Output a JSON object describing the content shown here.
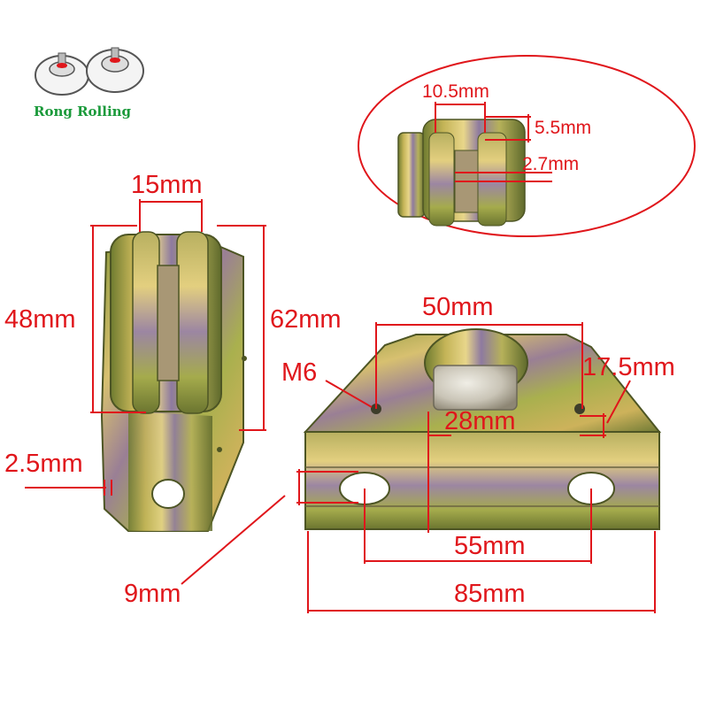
{
  "brand": {
    "name": "Rong Rolling",
    "accent_color": "#1b9a3b"
  },
  "colors": {
    "dimension": "#e0161b",
    "metal_green": "#8a9b3c",
    "metal_gold": "#c9a64a",
    "metal_purple": "#8c6a8a"
  },
  "side_view": {
    "groove_width": "15mm",
    "wheel_height": "48mm",
    "total_height": "62mm",
    "plate_thickness": "2.5mm"
  },
  "detail_view": {
    "groove_top_width": "10.5mm",
    "groove_depth": "5.5mm",
    "groove_bottom": "2.7mm"
  },
  "front_view": {
    "hole_spacing_top": "50mm",
    "thread": "M6",
    "hole_height": "17.5mm",
    "plate_height": "28mm",
    "hole_spacing_bottom": "55mm",
    "slot_width": "9mm",
    "total_width": "85mm"
  }
}
